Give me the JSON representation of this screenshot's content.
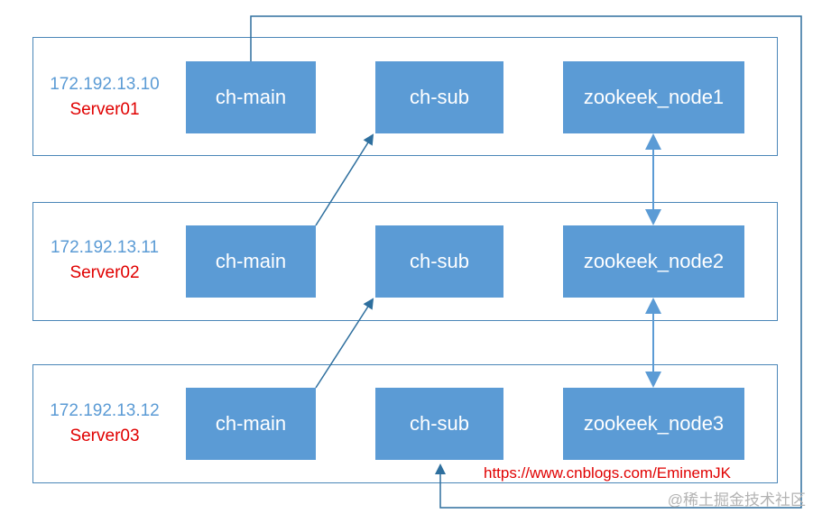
{
  "servers": [
    {
      "ip": "172.192.13.10",
      "name": "Server01",
      "main": "ch-main",
      "sub": "ch-sub",
      "zk": "zookeek_node1"
    },
    {
      "ip": "172.192.13.11",
      "name": "Server02",
      "main": "ch-main",
      "sub": "ch-sub",
      "zk": "zookeek_node2"
    },
    {
      "ip": "172.192.13.12",
      "name": "Server03",
      "main": "ch-main",
      "sub": "ch-sub",
      "zk": "zookeek_node3"
    }
  ],
  "watermark": {
    "url": "https://www.cnblogs.com/EminemJK",
    "site": "@稀土掘金技术社区"
  },
  "colors": {
    "node_fill": "#5b9bd5",
    "frame_border": "#4a86b8",
    "connector": "#2e6f9e",
    "zk_arrow": "#5b9bd5",
    "ip_text": "#5b9bd5",
    "server_name": "#e00000"
  }
}
